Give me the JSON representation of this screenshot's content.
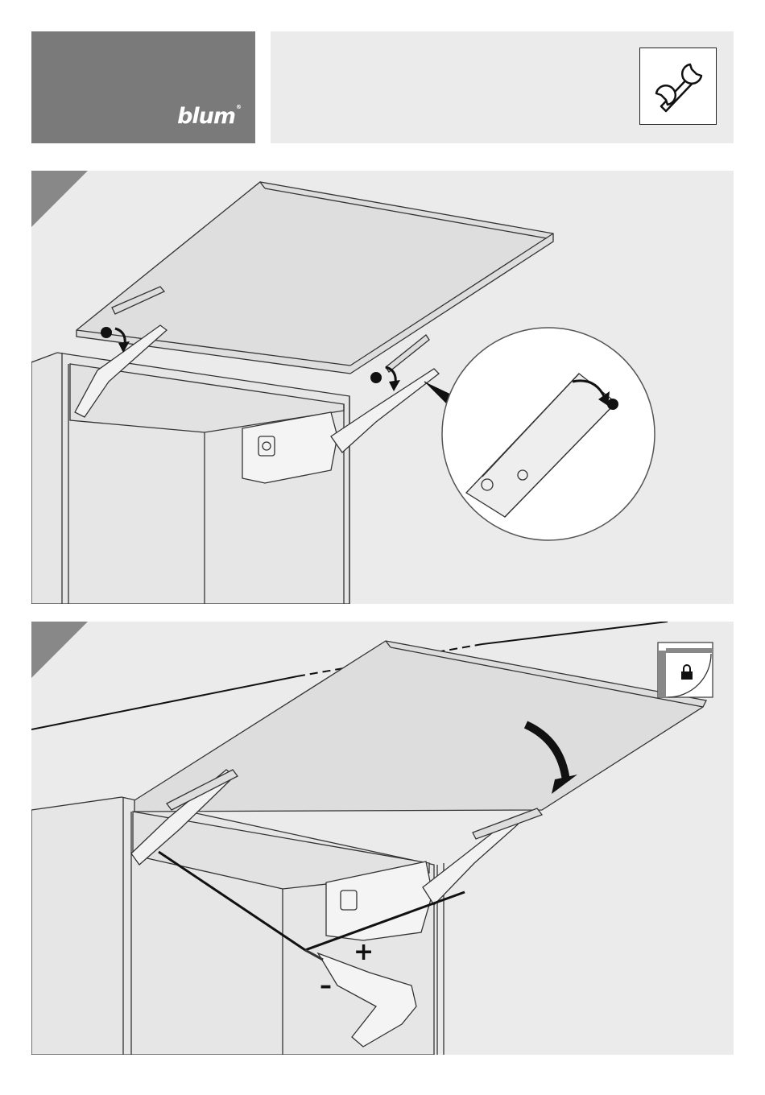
{
  "header": {
    "brand": "blum",
    "brand_mark": "®",
    "tool_icon": "wrench-icon"
  },
  "step1": {
    "marker_icon": "step-corner-triangle",
    "callouts": [
      "bullet",
      "bullet",
      "bullet"
    ],
    "detail_icon": "magnifier-circle"
  },
  "step2": {
    "marker_icon": "step-corner-triangle",
    "lock_icon": "padlock-icon",
    "plus": "+",
    "minus": "–",
    "tool_icon": "cordless-screwdriver-icon"
  },
  "colors": {
    "brand_panel": "#7a7a7a",
    "panel_bg": "#ebebeb",
    "corner": "#888888",
    "line": "#222222"
  }
}
